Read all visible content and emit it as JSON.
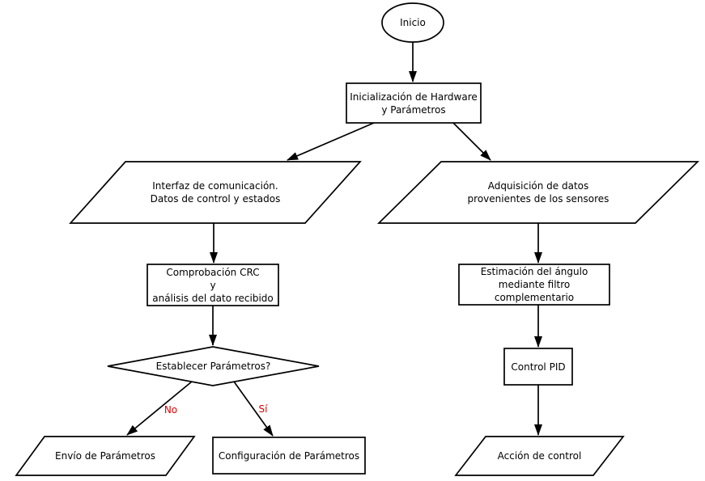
{
  "diagram": {
    "colors": {
      "background": "#ffffff",
      "node_stroke": "#000000",
      "node_fill": "#ffffff",
      "text": "#000000",
      "branch_label": "#e30000"
    },
    "nodes": {
      "inicio": {
        "shape": "ellipse",
        "label": "Inicio"
      },
      "init_hardware": {
        "shape": "process",
        "label": "Inicialización de Hardware\ny Parámetros"
      },
      "interfaz_comunicacion": {
        "shape": "io",
        "label": "Interfaz de comunicación.\nDatos de control y estados"
      },
      "adquisicion_datos": {
        "shape": "io",
        "label": "Adquisición de datos\nprovenientes de los sensores"
      },
      "comprobacion_crc": {
        "shape": "process",
        "label": "Comprobación CRC\ny\nanálisis del dato recibido"
      },
      "establecer_parametros": {
        "shape": "decision",
        "label": "Establecer Parámetros?"
      },
      "envio_parametros": {
        "shape": "io",
        "label": "Envío de Parámetros"
      },
      "configuracion_parametros": {
        "shape": "process",
        "label": "Configuración de Parámetros"
      },
      "estimacion_angulo": {
        "shape": "process",
        "label": "Estimación del ángulo\nmediante filtro complementario"
      },
      "control_pid": {
        "shape": "process",
        "label": "Control PID"
      },
      "accion_control": {
        "shape": "io",
        "label": "Acción de control"
      }
    },
    "edges": {
      "no": {
        "label": "No"
      },
      "si": {
        "label": "Sí"
      }
    }
  }
}
